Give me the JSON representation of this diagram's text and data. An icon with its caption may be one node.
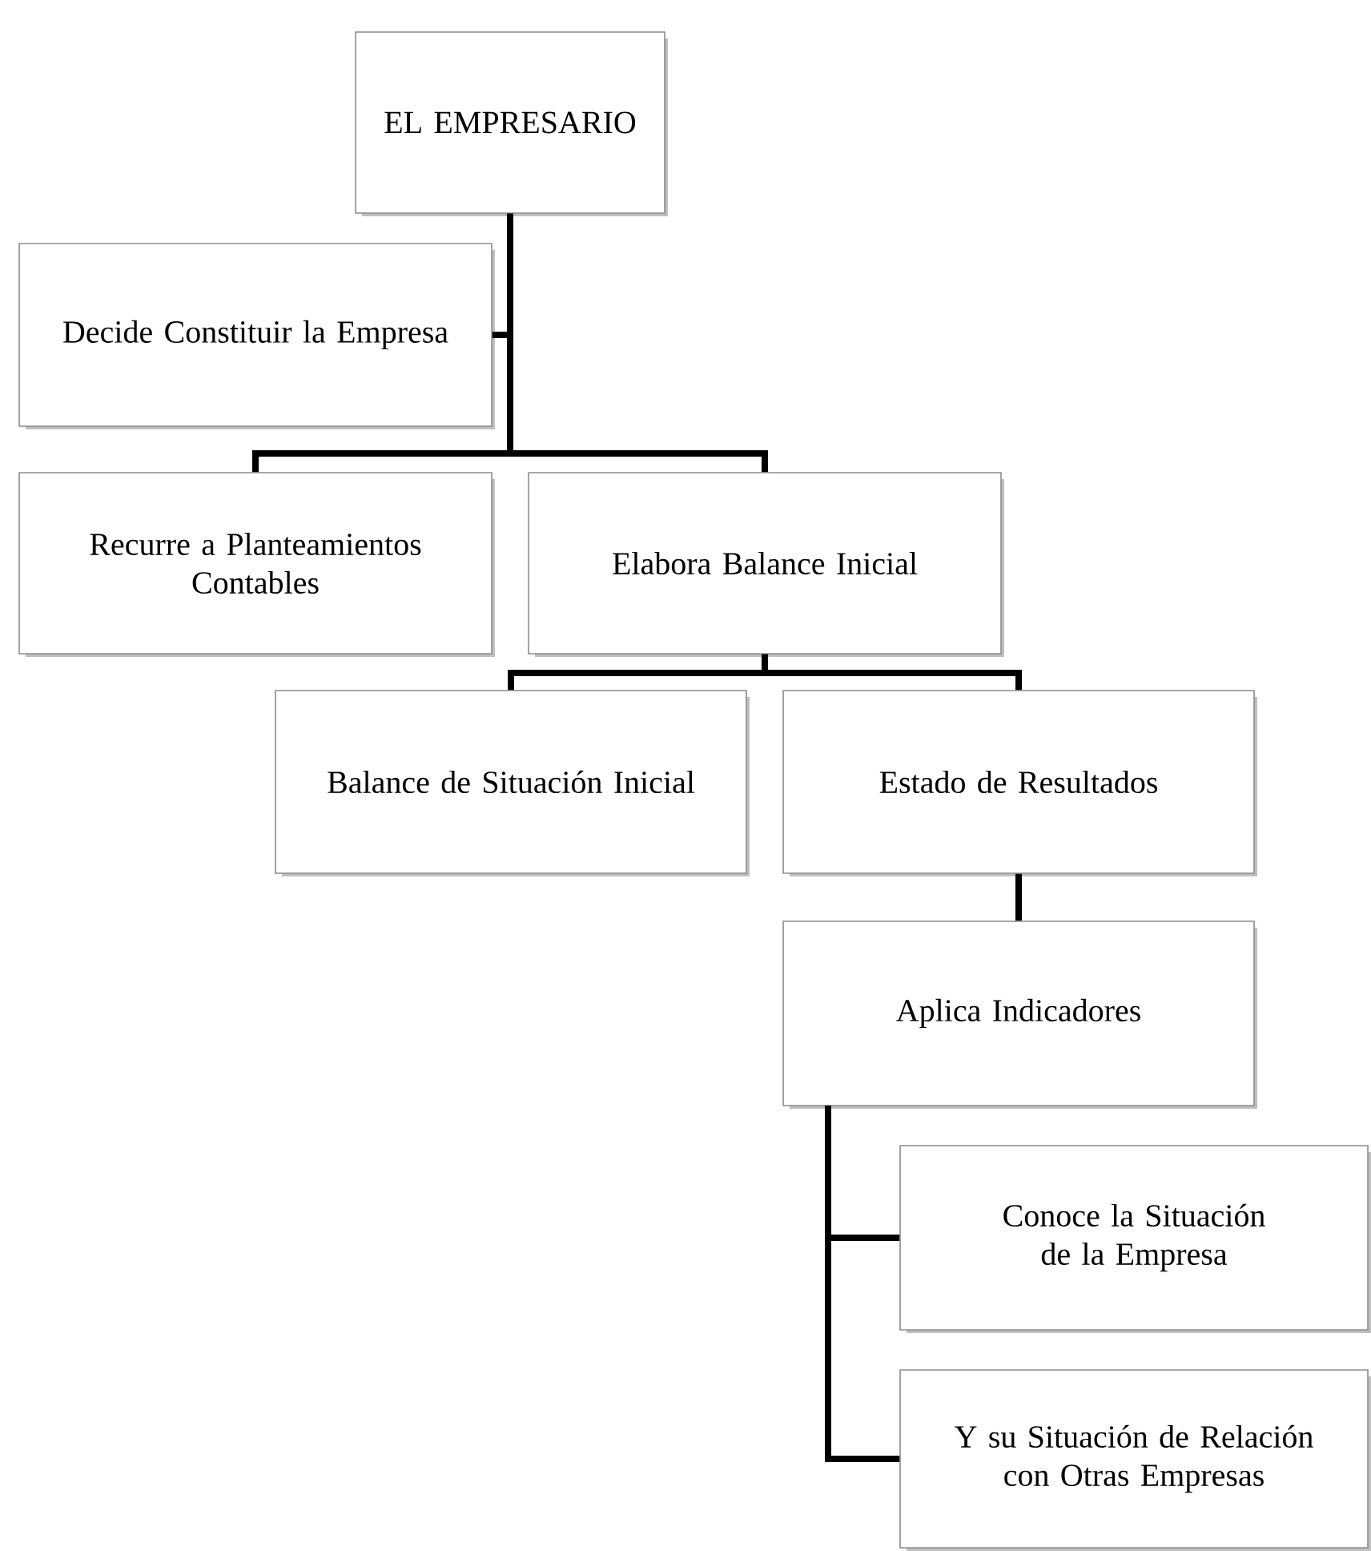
{
  "diagram": {
    "nodes": [
      {
        "text": [
          "EL EMPRESARIO"
        ]
      },
      {
        "text": [
          "Decide Constituir la Empresa"
        ]
      },
      {
        "text": [
          "Recurre a Planteamientos Contables"
        ]
      },
      {
        "text": [
          "Elabora Balance Inicial"
        ]
      },
      {
        "text": [
          "Balance de Situación Inicial"
        ]
      },
      {
        "text": [
          "Estado de Resultados"
        ]
      },
      {
        "text": [
          "Aplica Indicadores"
        ]
      },
      {
        "text": [
          "Conoce la Situación de la Empresa"
        ]
      },
      {
        "text": [
          "Y su Situación de Relación con Otras Empresas"
        ]
      }
    ],
    "edges": [
      {
        "from": 0,
        "to": 1,
        "arrow": "none"
      },
      {
        "from": 0,
        "to": 2,
        "arrow": "none"
      },
      {
        "from": 0,
        "to": 3,
        "arrow": "none"
      },
      {
        "from": 3,
        "to": 4,
        "arrow": "none"
      },
      {
        "from": 3,
        "to": 5,
        "arrow": "none"
      },
      {
        "from": 5,
        "to": 6,
        "arrow": "none"
      },
      {
        "from": 6,
        "to": 7,
        "arrow": "none"
      },
      {
        "from": 6,
        "to": 8,
        "arrow": "none"
      }
    ]
  }
}
